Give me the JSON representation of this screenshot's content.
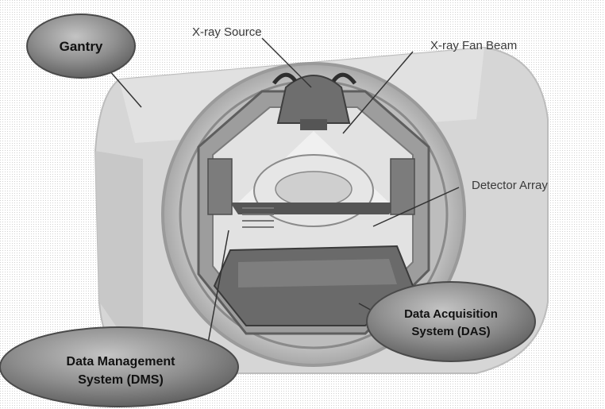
{
  "title": "",
  "callouts": {
    "gantry": "Gantry",
    "dms_line1": "Data Management",
    "dms_line2": "System (DMS)",
    "das_line1": "Data Acquisition",
    "das_line2": "System (DAS)"
  },
  "labels": {
    "xray_source": "X-ray Source",
    "fan_beam": "X-ray Fan Beam",
    "detector_array": "Detector Array"
  },
  "colors": {
    "bubble_fill": "#8e8e8e",
    "bubble_edge": "#4a4a4a",
    "leader_line": "#333333",
    "housing": "#d4d4d4"
  }
}
